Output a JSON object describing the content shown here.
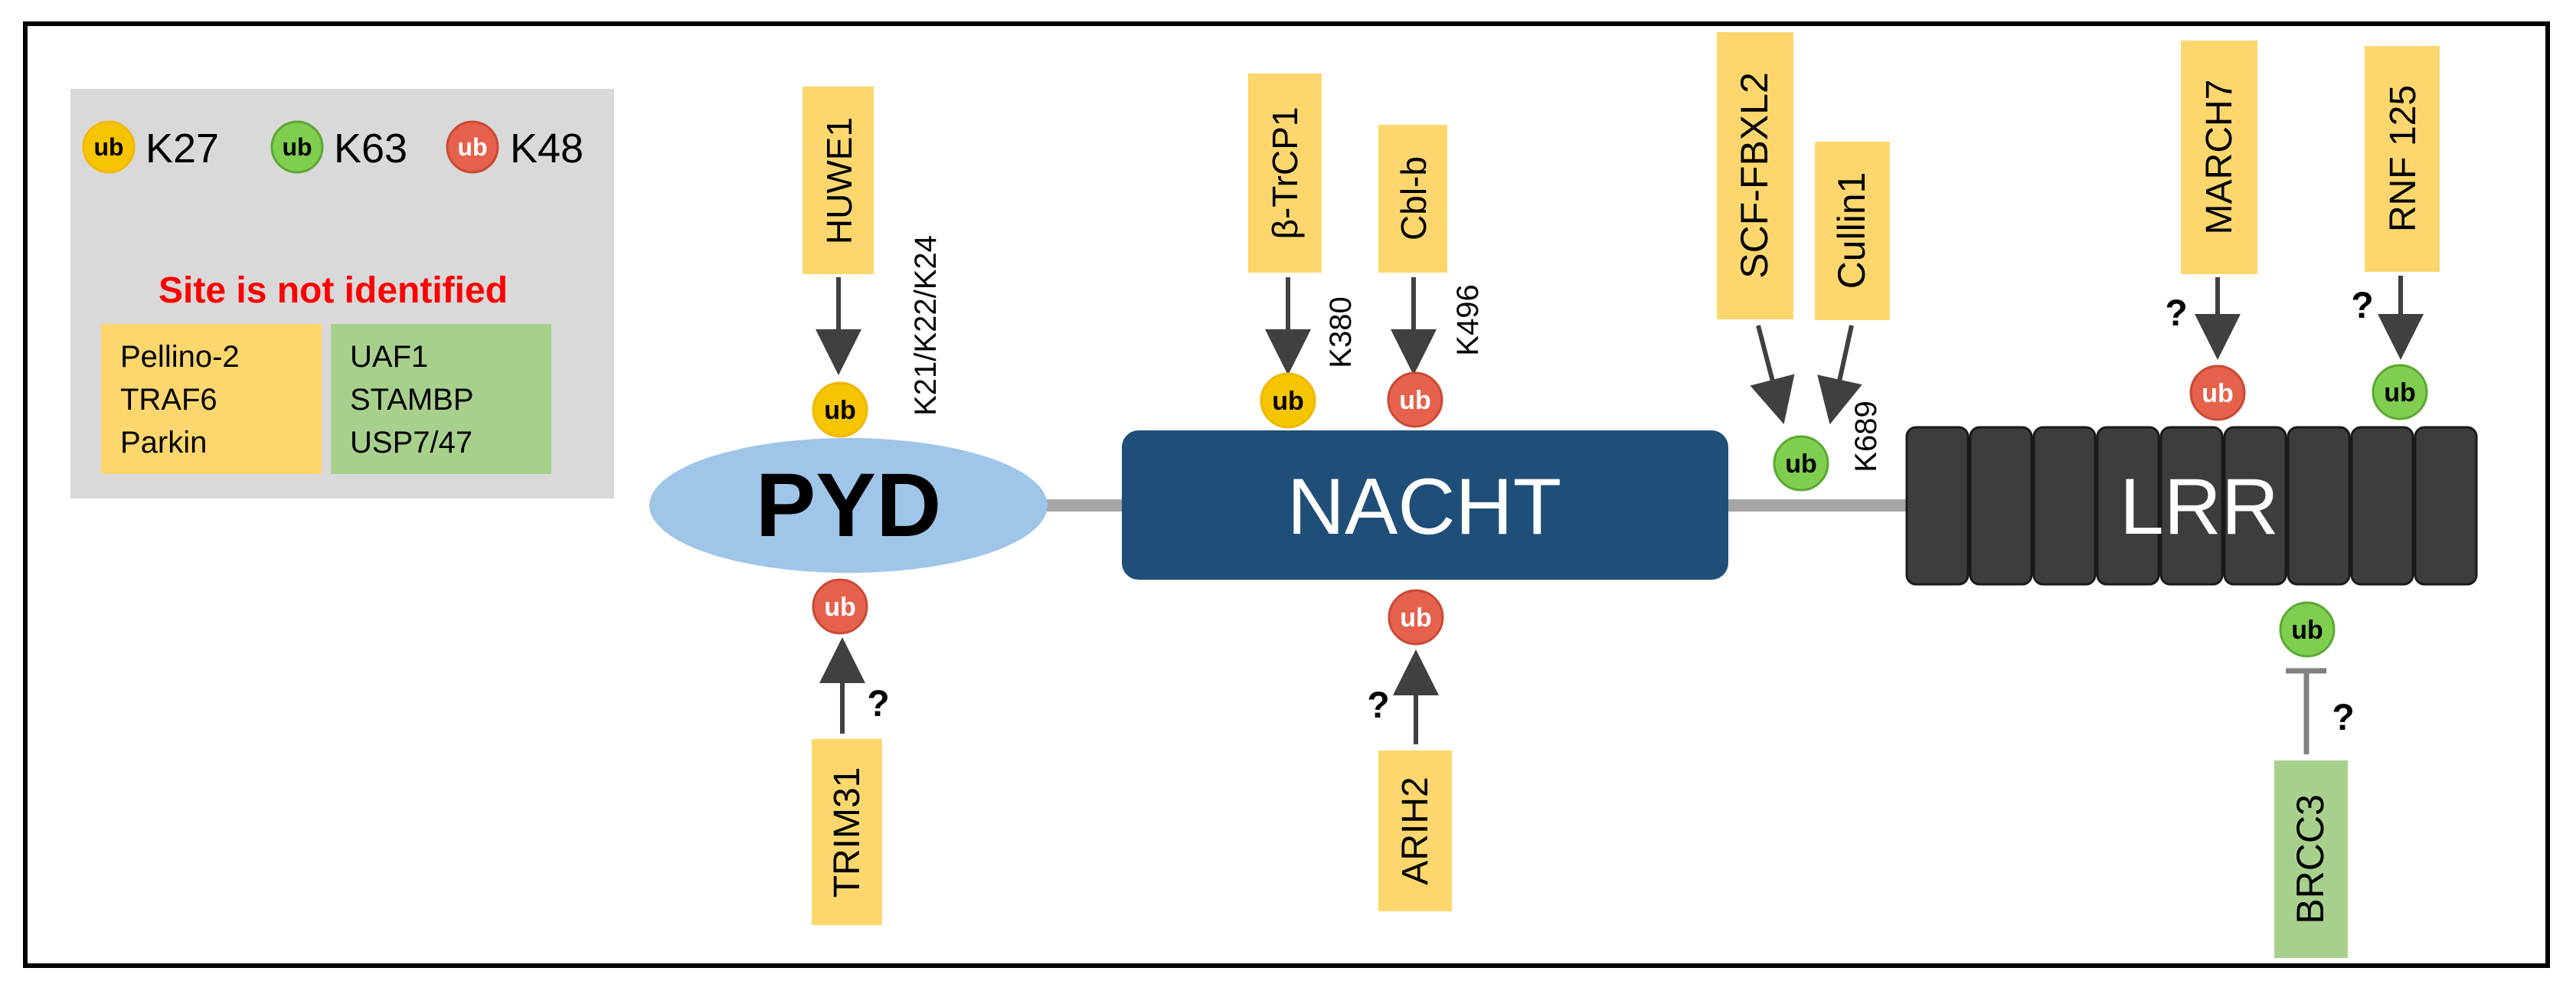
{
  "legend": {
    "items": [
      {
        "badge": "ub",
        "label": "K27",
        "color": "#f7c400"
      },
      {
        "badge": "ub",
        "label": "K63",
        "color": "#7fce4f"
      },
      {
        "badge": "ub",
        "label": "K48",
        "color": "#e5614c"
      }
    ],
    "site_title": "Site is not identified",
    "yellow_box": [
      "Pellino-2",
      "TRAF6",
      "Parkin"
    ],
    "green_box": [
      "UAF1",
      "STAMBP",
      "USP7/47"
    ]
  },
  "domains": {
    "pyd": "PYD",
    "nacht": "NACHT",
    "lrr": "LRR"
  },
  "enzymes": {
    "huwe1": "HUWE1",
    "btrcp1": "β-TrCP1",
    "cblb": "Cbl-b",
    "scf_fbxl2": "SCF-FBXL2",
    "cullin1": "Cullin1",
    "march7": "MARCH7",
    "rnf125": "RNF 125",
    "trim31": "TRIM31",
    "arih2": "ARIH2",
    "brcc3": "BRCC3"
  },
  "sites": {
    "huwe1": "K21/K22/K24",
    "btrcp1": "K380",
    "cblb": "K496",
    "cullin1": "K689"
  },
  "ub_label": "ub",
  "question_mark": "?",
  "colors": {
    "k27": "#f7c400",
    "k63": "#7fce4f",
    "k48": "#e5614c",
    "enzyme_yellow": "#fdd76d",
    "enzyme_green": "#a8d08d",
    "pyd": "#9fc5e8",
    "nacht": "#1f4e79",
    "lrr": "#3d3d3d",
    "legend_bg": "#d9d9d9",
    "site_red": "#ff0000"
  }
}
